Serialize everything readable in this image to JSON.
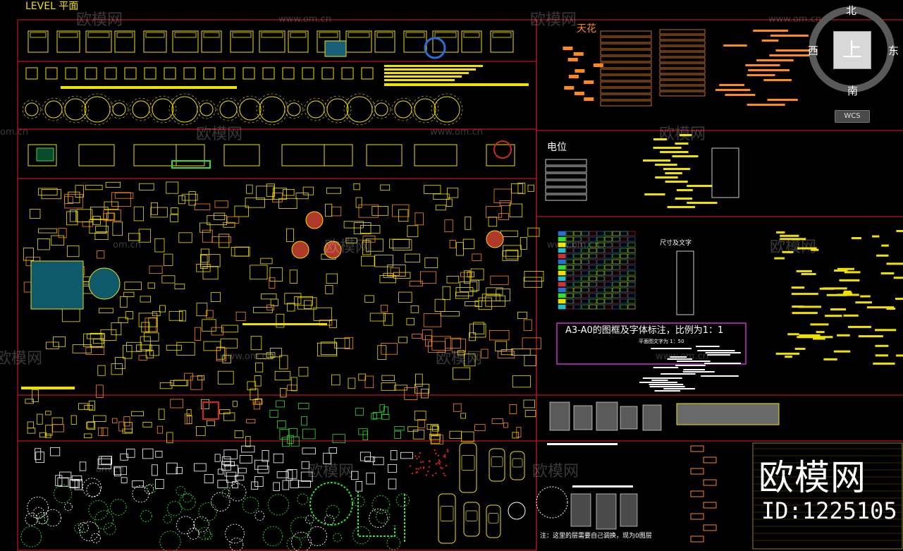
{
  "drawing": {
    "level_title": "LEVEL 平面",
    "ceiling_label": "天花",
    "electric_label": "电位",
    "size_text_label": "尺寸及文字",
    "frame_label": "A3-A0的图框及字体标注，比例为1：1",
    "frame_sublabel": "平面图文字为 1：50",
    "note": "注：这里的层需要自己调换，现为0图层"
  },
  "compass": {
    "north": "北",
    "south": "南",
    "west": "西",
    "east": "东",
    "cube_face": "上",
    "wcs_label": "WCS"
  },
  "watermark": {
    "brand": "欧模网",
    "id": "ID:1225105",
    "small_brand": "欧模网",
    "url": "www.om.cn",
    "url_short": "om.cn"
  },
  "colors": {
    "background": "#000000",
    "frame_red": "#c0141e",
    "cad_yellow": "#f0e000",
    "cad_orange": "#ff8a1a",
    "cad_green": "#33dd33",
    "cad_blue": "#2a6fd6",
    "cad_cyan": "#20c0d0",
    "cad_magenta": "#cc33cc",
    "cad_white": "#ffffff"
  }
}
